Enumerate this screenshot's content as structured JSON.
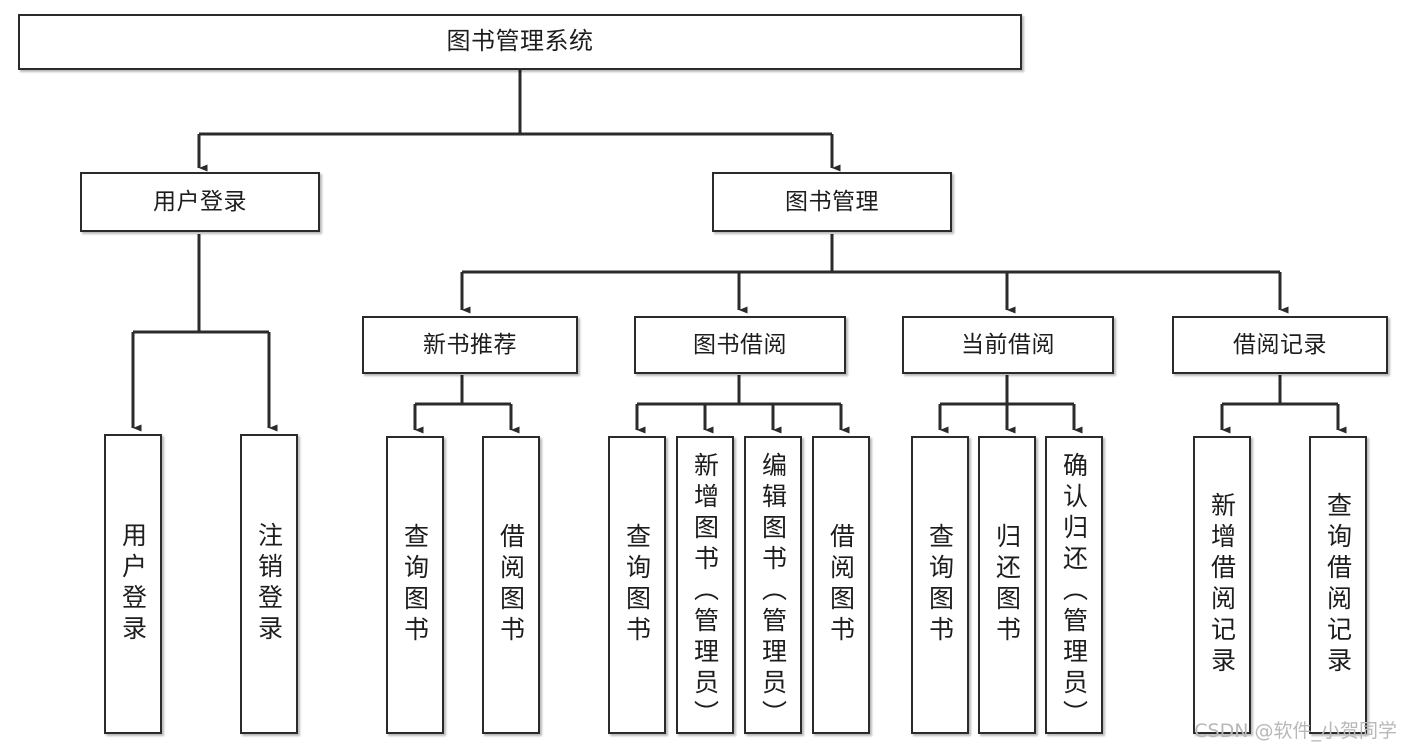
{
  "diagram": {
    "type": "tree-hierarchy",
    "title": "图书管理系统",
    "watermark": "CSDN @软件_小贺同学",
    "colors": {
      "border": "#2b2b2b",
      "text": "#1d1d1d",
      "background": "#ffffff",
      "connector": "#2b2b2b",
      "watermark": "#b8b8b8"
    },
    "nodes": {
      "root": {
        "label": "图书管理系统"
      },
      "level2": [
        {
          "label": "用户登录"
        },
        {
          "label": "图书管理"
        }
      ],
      "level3": [
        {
          "label": "新书推荐"
        },
        {
          "label": "图书借阅"
        },
        {
          "label": "当前借阅"
        },
        {
          "label": "借阅记录"
        }
      ],
      "leaves": {
        "user_login": [
          {
            "label": "用户登录"
          },
          {
            "label": "注销登录"
          }
        ],
        "new_book": [
          {
            "label": "查询图书"
          },
          {
            "label": "借阅图书"
          }
        ],
        "book_borrow": [
          {
            "label": "查询图书"
          },
          {
            "label": "新增图书（管理员）"
          },
          {
            "label": "编辑图书（管理员）"
          },
          {
            "label": "借阅图书"
          }
        ],
        "current_borrow": [
          {
            "label": "查询图书"
          },
          {
            "label": "归还图书"
          },
          {
            "label": "确认归还（管理员）"
          }
        ],
        "borrow_record": [
          {
            "label": "新增借阅记录"
          },
          {
            "label": "查询借阅记录"
          }
        ]
      }
    }
  }
}
